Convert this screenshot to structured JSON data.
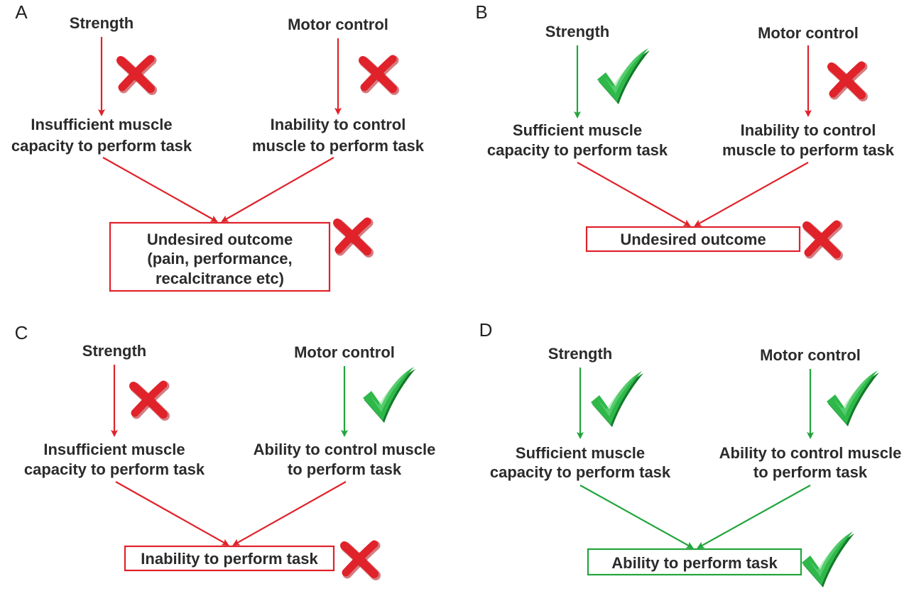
{
  "colors": {
    "bad": "#e0222a",
    "good": "#22a53c",
    "text": "#2b2b2b"
  },
  "panels": [
    {
      "letter": "A",
      "strength": {
        "title": "Strength",
        "status": "bad",
        "lines": [
          "Insufficient muscle",
          "capacity to perform task"
        ]
      },
      "motor": {
        "title": "Motor control",
        "status": "bad",
        "lines": [
          "Inability to control",
          "muscle to perform task"
        ]
      },
      "outcome": {
        "status": "bad",
        "lines": [
          "Undesired outcome",
          "(pain, performance,",
          "recalcitrance etc)"
        ]
      }
    },
    {
      "letter": "B",
      "strength": {
        "title": "Strength",
        "status": "good",
        "lines": [
          "Sufficient muscle",
          "capacity to perform task"
        ]
      },
      "motor": {
        "title": "Motor control",
        "status": "bad",
        "lines": [
          "Inability to control",
          "muscle to perform task"
        ]
      },
      "outcome": {
        "status": "bad",
        "lines": [
          "Undesired outcome"
        ]
      }
    },
    {
      "letter": "C",
      "strength": {
        "title": "Strength",
        "status": "bad",
        "lines": [
          "Insufficient muscle",
          "capacity to perform task"
        ]
      },
      "motor": {
        "title": "Motor control",
        "status": "good",
        "lines": [
          "Ability to control muscle",
          "to perform task"
        ]
      },
      "outcome": {
        "status": "bad",
        "lines": [
          "Inability to perform task"
        ]
      }
    },
    {
      "letter": "D",
      "strength": {
        "title": "Strength",
        "status": "good",
        "lines": [
          "Sufficient muscle",
          "capacity to perform task"
        ]
      },
      "motor": {
        "title": "Motor control",
        "status": "good",
        "lines": [
          "Ability to control muscle",
          "to perform task"
        ]
      },
      "outcome": {
        "status": "good",
        "lines": [
          "Ability to perform task"
        ]
      }
    }
  ]
}
